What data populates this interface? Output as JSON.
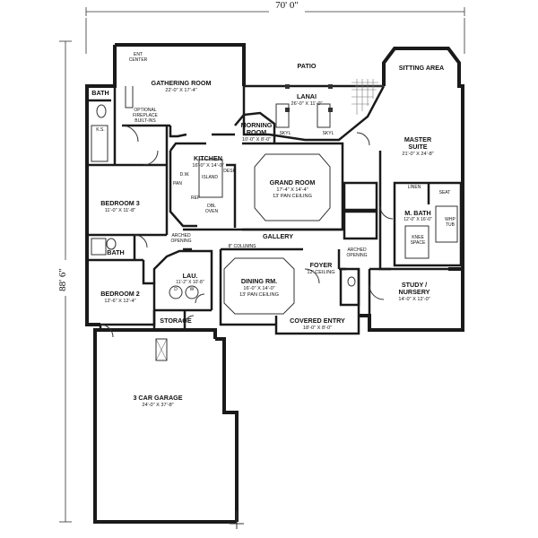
{
  "dimensions": {
    "width": "70' 0\"",
    "depth": "88' 6\""
  },
  "rooms": {
    "gathering": {
      "name": "GATHERING ROOM",
      "dims": "22'-0\" X 17'-4\""
    },
    "patio": {
      "name": "PATIO"
    },
    "lanai": {
      "name": "LANAI",
      "dims": "26'-0\" X 11'-0\""
    },
    "sitting": {
      "name": "SITTING AREA"
    },
    "morning": {
      "name": "MORNING",
      "name2": "ROOM",
      "dims": "10'-0\" X 8'-0\""
    },
    "kitchen": {
      "name": "KITCHEN",
      "dims": "16'-0\" X 14'-0\""
    },
    "grand": {
      "name": "GRAND ROOM",
      "dims": "17'-4\" X 14'-4\"",
      "note": "13' PAN CEILING"
    },
    "master": {
      "name": "MASTER",
      "name2": "SUITE",
      "dims": "21'-0\" X 24'-8\""
    },
    "bedroom3": {
      "name": "BEDROOM 3",
      "dims": "11'-0\" X 11'-8\""
    },
    "gallery": {
      "name": "GALLERY"
    },
    "bath": {
      "name": "BATH"
    },
    "bath_top": {
      "name": "BATH"
    },
    "mbath": {
      "name": "M. BATH",
      "dims": "12'-0\" X 16'-0\""
    },
    "lau": {
      "name": "LAU.",
      "dims": "11'-2\" X 10'-8\""
    },
    "dining": {
      "name": "DINING RM.",
      "dims": "16'-0\" X 14'-0\"",
      "note": "13' PAN CEILING"
    },
    "foyer": {
      "name": "FOYER",
      "note": "12' CEILING"
    },
    "bedroom2": {
      "name": "BEDROOM 2",
      "dims": "12'-6\" X 12'-4\""
    },
    "storage": {
      "name": "STORAGE"
    },
    "covered": {
      "name": "COVERED ENTRY",
      "dims": "18'-0\" X 8'-0\""
    },
    "study": {
      "name": "STUDY /",
      "name2": "NURSERY",
      "dims": "14'-0\" X 12'-0\""
    },
    "garage": {
      "name": "3 CAR GARAGE",
      "dims": "24'-0\" X 37'-8\""
    }
  },
  "labels": {
    "ent_center_1": "ENT",
    "ent_center_2": "CENTER",
    "fireplace_1": "OPTIONAL",
    "fireplace_2": "FIREPLACE",
    "fireplace_3": "BUILT-INS",
    "skyl_left": "SKYL",
    "skyl_right": "SKYL",
    "ks": "K.S.",
    "dw": "D.W.",
    "island": "ISLAND",
    "desk": "DESK",
    "ref": "REF",
    "dbl_oven_1": "DBL",
    "dbl_oven_2": "OVEN",
    "pantry": "PAN",
    "arched_left_1": "ARCHED",
    "arched_left_2": "OPENING",
    "arched_right_1": "ARCHED",
    "arched_right_2": "OPENING",
    "columns": "8\" COLUMNS",
    "linen": "LINEN",
    "seat": "SEAT",
    "whp_1": "WHP",
    "whp_2": "TUB",
    "knee_1": "KNEE",
    "knee_2": "SPACE",
    "laundry_d": "D",
    "laundry_w": "W"
  }
}
